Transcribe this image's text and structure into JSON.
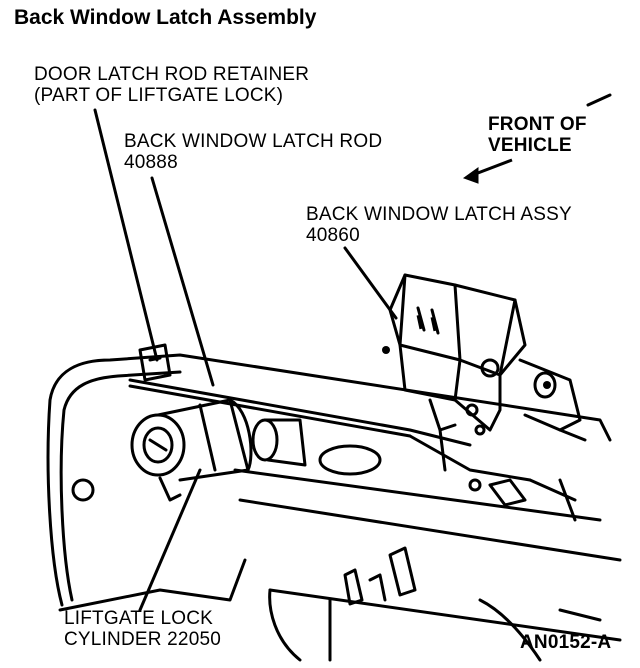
{
  "title": "Back Window Latch Assembly",
  "labels": {
    "door_latch_rod_retainer": [
      "DOOR LATCH ROD RETAINER",
      "(PART OF LIFTGATE LOCK)"
    ],
    "back_window_latch_rod": [
      "BACK WINDOW LATCH ROD",
      "40888"
    ],
    "front_of_vehicle": [
      "FRONT OF",
      "VEHICLE"
    ],
    "back_window_latch_assy": [
      "BACK WINDOW LATCH ASSY",
      "40860"
    ],
    "liftgate_lock_cylinder": [
      "LIFTGATE LOCK",
      "CYLINDER 22050"
    ]
  },
  "figure_code": "AN0152-A"
}
